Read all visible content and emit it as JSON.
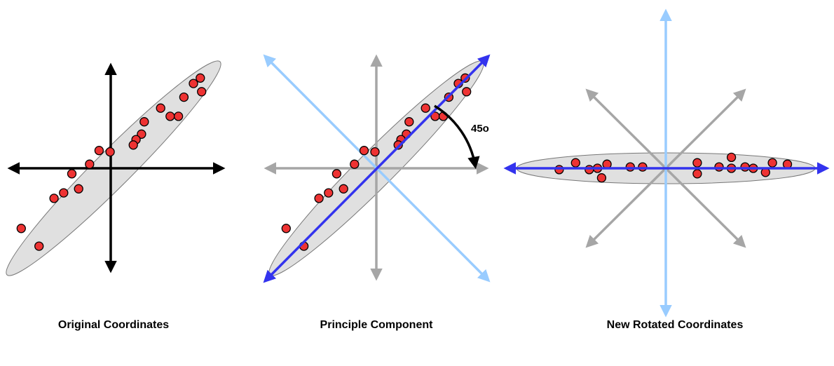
{
  "colors": {
    "background": "#ffffff",
    "axis_black": "#000000",
    "axis_gray": "#a6a6a6",
    "axis_light_blue": "#99ccff",
    "principal_axis_blue": "#3333ee",
    "ellipse_fill": "#e0e0e0",
    "ellipse_stroke": "#777777",
    "point_fill": "#ee3333",
    "point_stroke": "#000000"
  },
  "panels": [
    {
      "id": "original",
      "caption": "Original Coordinates",
      "axes": "black-cross",
      "ellipse_angle_deg": 45,
      "points": [
        [
          6.0,
          6.2
        ],
        [
          6.6,
          5.6
        ],
        [
          6.5,
          6.6
        ],
        [
          5.3,
          5.2
        ],
        [
          3.6,
          4.4
        ],
        [
          4.3,
          3.8
        ],
        [
          4.9,
          3.8
        ],
        [
          2.2,
          2.5
        ],
        [
          2.4,
          3.4
        ],
        [
          1.8,
          2.1
        ],
        [
          1.6,
          1.7
        ],
        [
          -0.1,
          1.2
        ],
        [
          -0.9,
          1.3
        ],
        [
          -1.6,
          0.3
        ],
        [
          -2.4,
          -1.5
        ],
        [
          -2.9,
          -0.4
        ],
        [
          -3.5,
          -1.8
        ],
        [
          -4.2,
          -2.2
        ],
        [
          -6.6,
          -4.4
        ],
        [
          -5.3,
          -5.7
        ]
      ]
    },
    {
      "id": "principle",
      "caption": "Principle Component",
      "axes": "gray-cross-with-rotated",
      "angle_label": "45o",
      "rotation_deg": 45,
      "points": [
        [
          6.0,
          6.2
        ],
        [
          6.6,
          5.6
        ],
        [
          6.5,
          6.6
        ],
        [
          5.3,
          5.2
        ],
        [
          3.6,
          4.4
        ],
        [
          4.3,
          3.8
        ],
        [
          4.9,
          3.8
        ],
        [
          2.2,
          2.5
        ],
        [
          2.4,
          3.4
        ],
        [
          1.8,
          2.1
        ],
        [
          1.6,
          1.7
        ],
        [
          -0.1,
          1.2
        ],
        [
          -0.9,
          1.3
        ],
        [
          -1.6,
          0.3
        ],
        [
          -2.4,
          -1.5
        ],
        [
          -2.9,
          -0.4
        ],
        [
          -3.5,
          -1.8
        ],
        [
          -4.2,
          -2.2
        ],
        [
          -6.6,
          -4.4
        ],
        [
          -5.3,
          -5.7
        ]
      ]
    },
    {
      "id": "rotated",
      "caption": "New Rotated Coordinates",
      "axes": "star-with-blue-cross",
      "points": [
        [
          8.9,
          0.3
        ],
        [
          7.8,
          0.4
        ],
        [
          7.3,
          -0.3
        ],
        [
          6.4,
          0.0
        ],
        [
          5.8,
          0.1
        ],
        [
          4.8,
          0.0
        ],
        [
          4.8,
          0.8
        ],
        [
          3.9,
          0.1
        ],
        [
          2.3,
          0.4
        ],
        [
          2.3,
          -0.4
        ],
        [
          -1.7,
          0.1
        ],
        [
          -2.6,
          0.1
        ],
        [
          -4.3,
          0.3
        ],
        [
          -5.0,
          0.0
        ],
        [
          -5.6,
          -0.1
        ],
        [
          -4.7,
          -0.7
        ],
        [
          -6.6,
          0.4
        ],
        [
          -7.8,
          -0.1
        ]
      ]
    }
  ],
  "captions": {
    "c1": "Original Coordinates",
    "c2": "Principle Component",
    "c3": "New Rotated Coordinates",
    "angle": "45o"
  }
}
